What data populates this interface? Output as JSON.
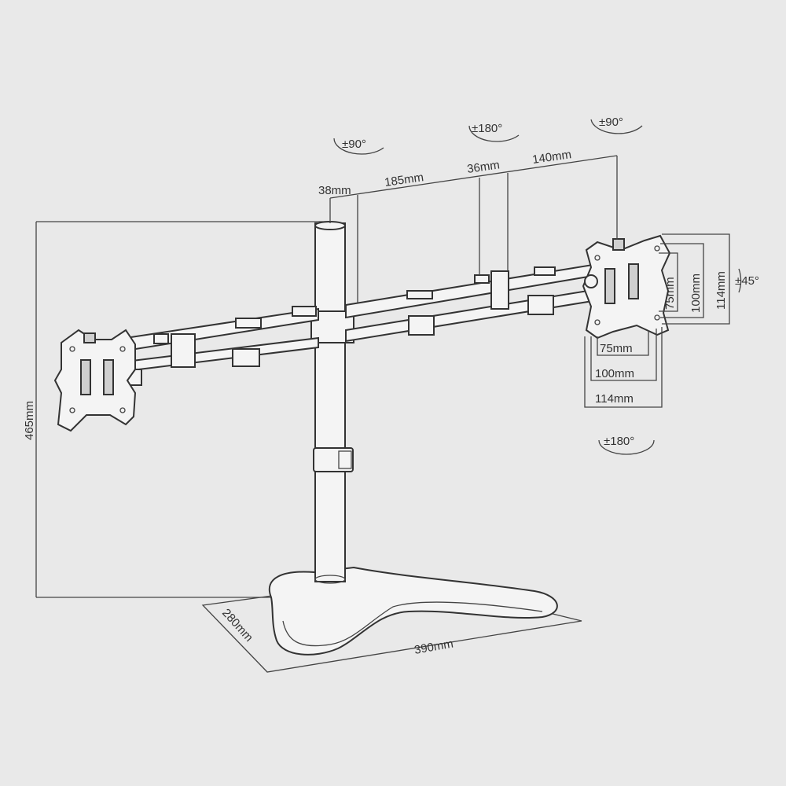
{
  "dimensions": {
    "height": "465mm",
    "base_depth": "280mm",
    "base_width": "390mm",
    "pole_diameter": "38mm",
    "arm_segment_1": "185mm",
    "arm_gap": "36mm",
    "arm_segment_2": "140mm",
    "vesa_75": "75mm",
    "vesa_100": "100mm",
    "vesa_114": "114mm"
  },
  "rotations": {
    "pole_swivel": "±90°",
    "elbow_swivel": "±180°",
    "head_swivel": "±90°",
    "tilt": "±45°",
    "rotate": "±180°"
  },
  "colors": {
    "background": "#e9e9e9",
    "line": "#333333",
    "part_fill": "#f4f4f4"
  }
}
